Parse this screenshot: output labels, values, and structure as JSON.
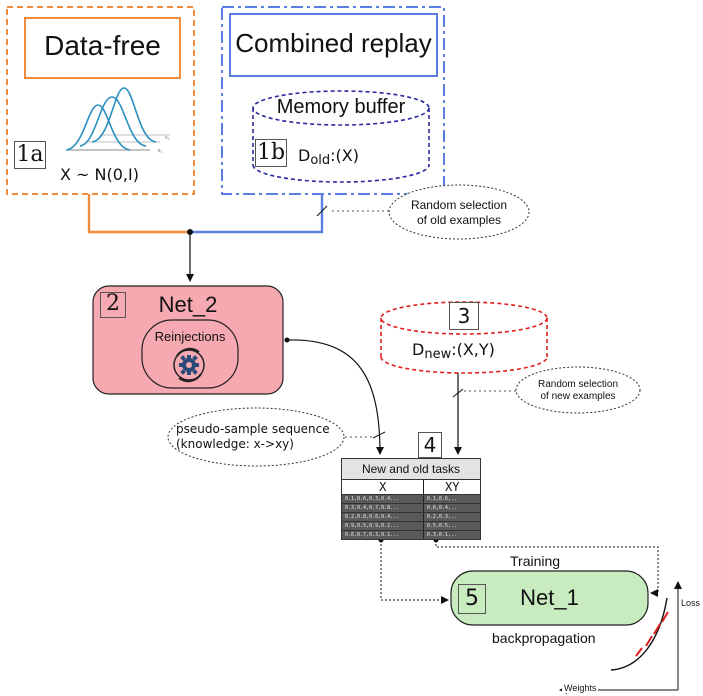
{
  "data_free": {
    "title": "Data-free",
    "number": "1a",
    "formula": "X ~ N(0,I)"
  },
  "combined_replay": {
    "title": "Combined replay",
    "number": "1b",
    "memory_buffer_label": "Memory buffer",
    "d_old": {
      "base": "D",
      "sub": "old",
      "rest": ":(X)"
    }
  },
  "random_selection_old": {
    "line1": "Random selection",
    "line2": "of old examples"
  },
  "net2": {
    "title": "Net_2",
    "number": "2",
    "reinjections_label": "Reinjections"
  },
  "new_data": {
    "number": "3",
    "base": "D",
    "sub": "new",
    "rest": ":(X,Y)"
  },
  "random_selection_new": {
    "line1": "Random selection",
    "line2": "of new examples"
  },
  "pseudo_sample": {
    "line1": "pseudo-sample sequence",
    "line2": "(knowledge: x->xy)"
  },
  "tasks_table": {
    "number": "4",
    "title": "New and old tasks",
    "columns": [
      "X",
      "XY"
    ],
    "rows": [
      [
        "0.1,0.6,0.3,0.4...",
        "0.1,0.6,.."
      ],
      [
        "0.3,0.4,0.7,0.8...",
        "0.6,0.4,.."
      ],
      [
        "0.2,0.8,0.0,0.4...",
        "0.2,0.3,.."
      ],
      [
        "0.9,0.5,0.9,0.2...",
        "0.5,0.5,.."
      ],
      [
        "0.6,0.7,0.3,0.1...",
        "0.3,0.1,.."
      ]
    ]
  },
  "net1": {
    "title": "Net_1",
    "number": "5"
  },
  "training_label": "Training",
  "backprop_label": "backpropagation",
  "loss_axis_label": "Loss",
  "weights_axis_label": "Weights",
  "colors": {
    "orange": "#f08c3c",
    "blue": "#5b7fe0",
    "dark_blue": "#2a2aa0",
    "red": "#e02020",
    "pink": "#f7a9b2",
    "green": "#c8ecc0"
  }
}
